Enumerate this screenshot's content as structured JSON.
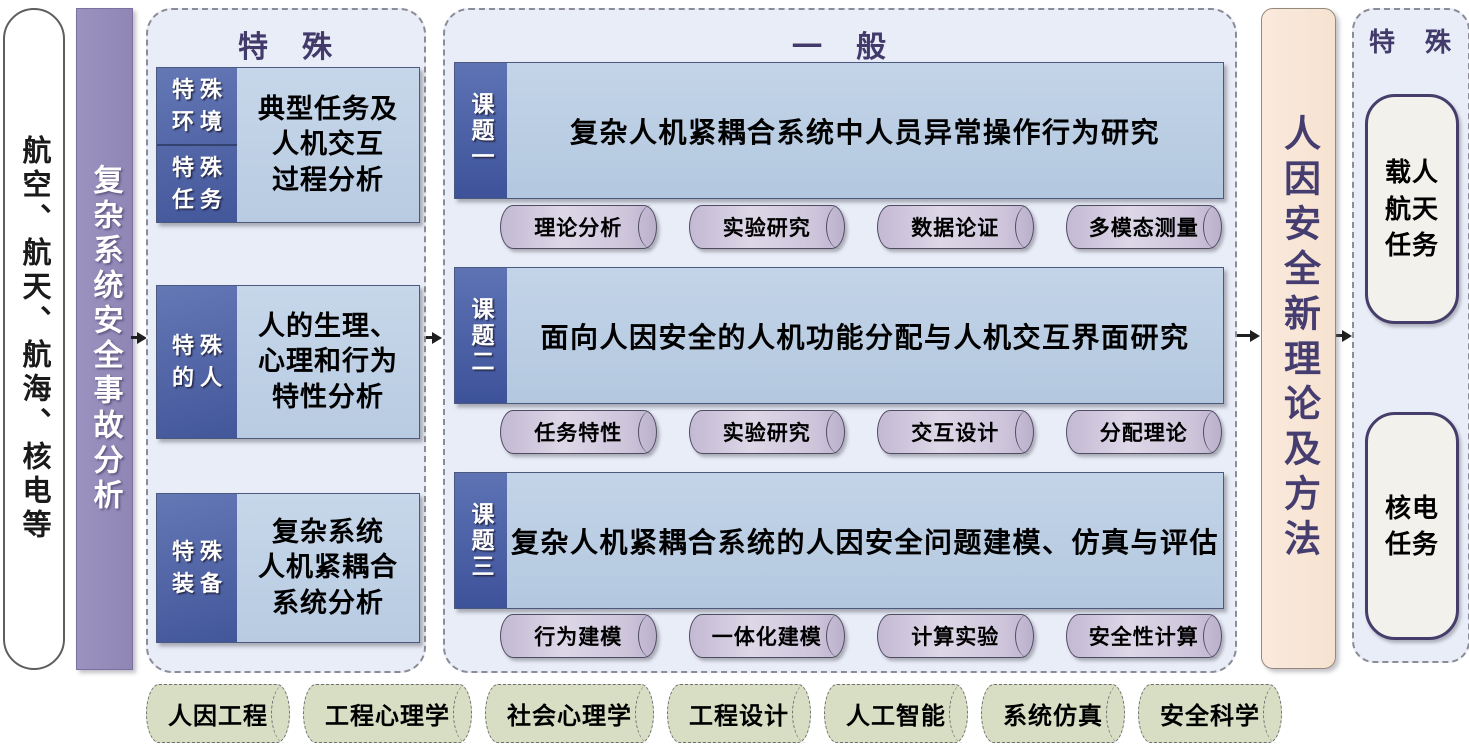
{
  "palette": {
    "container_fill": "#e9edf8",
    "accent_purple": "#948ab9",
    "label_blue": "#4a5fa3",
    "content_blue": "#bfd1e5",
    "tag_lilac": "#cfc7dd",
    "output_peach": "#f8e7d8",
    "discipline_green": "#d8dec4",
    "title_indigo": "#413a6a"
  },
  "left_oval": {
    "text": "航空、航天、航海、核电等"
  },
  "accident_bar": {
    "text": "复杂系统安全事故分析"
  },
  "special_input_box": {
    "title": "特　殊",
    "blocks": [
      {
        "labels": [
          "特 殊\n环 境",
          "特 殊\n任 务"
        ],
        "text": "典型任务及\n人机交互\n过程分析"
      },
      {
        "labels": [
          "特 殊\n的 人"
        ],
        "text": "人的生理、\n心理和行为\n特性分析"
      },
      {
        "labels": [
          "特 殊\n装 备"
        ],
        "text": "复杂系统\n人机紧耦合\n系统分析"
      }
    ]
  },
  "general_box": {
    "title": "一　般",
    "topics": [
      {
        "label": "课题一",
        "title": "复杂人机紧耦合系统中人员异常操作行为研究",
        "tags": [
          "理论分析",
          "实验研究",
          "数据论证",
          "多模态测量"
        ]
      },
      {
        "label": "课题二",
        "title": "面向人因安全的人机功能分配与人机交互界面研究",
        "tags": [
          "任务特性",
          "实验研究",
          "交互设计",
          "分配理论"
        ]
      },
      {
        "label": "课题三",
        "title": "复杂人机紧耦合系统的人因安全问题建模、仿真与评估",
        "tags": [
          "行为建模",
          "一体化建模",
          "计算实验",
          "安全性计算"
        ]
      }
    ]
  },
  "output_bar": {
    "text": "人因安全新理论及方法"
  },
  "special_output_box": {
    "title": "特　殊",
    "items": [
      {
        "text": "载人\n航天\n任务"
      },
      {
        "text": "核电\n任务"
      }
    ]
  },
  "disciplines": [
    "人因工程",
    "工程心理学",
    "社会心理学",
    "工程设计",
    "人工智能",
    "系统仿真",
    "安全科学"
  ]
}
